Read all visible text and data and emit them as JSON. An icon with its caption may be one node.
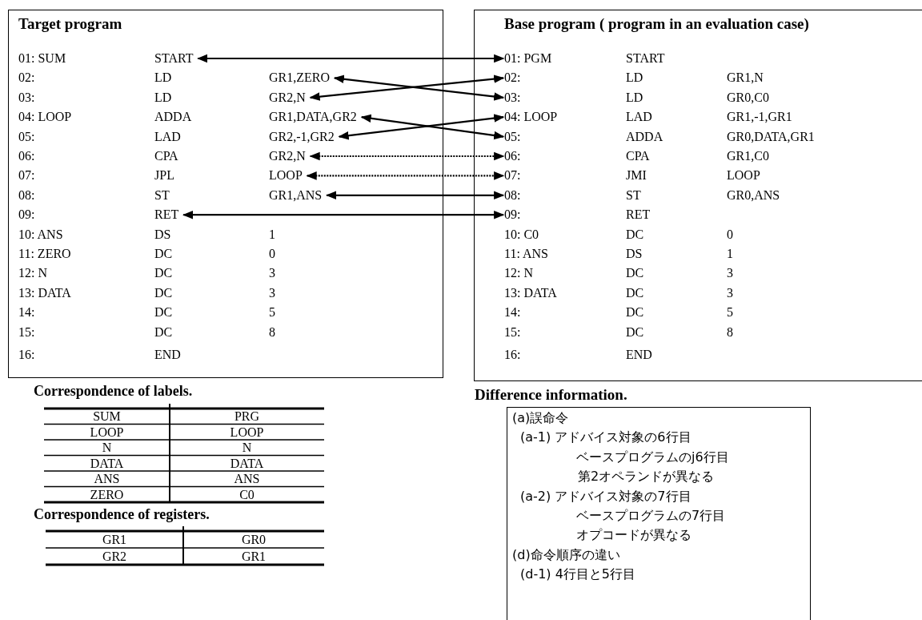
{
  "diagram": {
    "nodes": [
      {
        "text": [
          "Target program"
        ]
      },
      {
        "text": [
          "01: SUM",
          "START"
        ],
        "in": 0
      },
      {
        "text": [
          "02:",
          "LD",
          "GR1,ZERO"
        ],
        "in": 0
      },
      {
        "text": [
          "03:",
          "LD",
          "GR2,N"
        ],
        "in": 0
      },
      {
        "text": [
          "04: LOOP",
          "ADDA",
          "GR1,DATA,GR2"
        ],
        "in": 0
      },
      {
        "text": [
          "05:",
          "LAD",
          "GR2,-1,GR2"
        ],
        "in": 0
      },
      {
        "text": [
          "06:",
          "CPA",
          "GR2,N"
        ],
        "in": 0
      },
      {
        "text": [
          "07:",
          "JPL",
          "LOOP"
        ],
        "in": 0
      },
      {
        "text": [
          "08:",
          "ST",
          "GR1,ANS"
        ],
        "in": 0
      },
      {
        "text": [
          "09:",
          "RET"
        ],
        "in": 0
      },
      {
        "text": [
          "10: ANS",
          "DS",
          "1"
        ],
        "in": 0
      },
      {
        "text": [
          "11: ZERO",
          "DC",
          "0"
        ],
        "in": 0
      },
      {
        "text": [
          "12: N",
          "DC",
          "3"
        ],
        "in": 0
      },
      {
        "text": [
          "13: DATA",
          "DC",
          "3"
        ],
        "in": 0
      },
      {
        "text": [
          "14:",
          "DC",
          "5"
        ],
        "in": 0
      },
      {
        "text": [
          "15:",
          "DC",
          "8"
        ],
        "in": 0
      },
      {
        "text": [
          "16:",
          "END"
        ],
        "in": 0
      },
      {
        "text": [
          "Base program ( program in an evaluation case)"
        ]
      },
      {
        "text": [
          "01: PGM",
          "START"
        ],
        "in": 17
      },
      {
        "text": [
          "02:",
          "LD",
          "GR1,N"
        ],
        "in": 17
      },
      {
        "text": [
          "03:",
          "LD",
          "GR0,C0"
        ],
        "in": 17
      },
      {
        "text": [
          "04: LOOP",
          "LAD",
          "GR1,-1,GR1"
        ],
        "in": 17
      },
      {
        "text": [
          "05:",
          "ADDA",
          "GR0,DATA,GR1"
        ],
        "in": 17
      },
      {
        "text": [
          "06:",
          "CPA",
          "GR1,C0"
        ],
        "in": 17
      },
      {
        "text": [
          "07:",
          "JMI",
          "LOOP"
        ],
        "in": 17
      },
      {
        "text": [
          "08:",
          "ST",
          "GR0,ANS"
        ],
        "in": 17
      },
      {
        "text": [
          "09:",
          "RET"
        ],
        "in": 17
      },
      {
        "text": [
          "10: C0",
          "DC",
          "0"
        ],
        "in": 17
      },
      {
        "text": [
          "11: ANS",
          "DS",
          "1"
        ],
        "in": 17
      },
      {
        "text": [
          "12: N",
          "DC",
          "3"
        ],
        "in": 17
      },
      {
        "text": [
          "13: DATA",
          "DC",
          "3"
        ],
        "in": 17
      },
      {
        "text": [
          "14:",
          "DC",
          "5"
        ],
        "in": 17
      },
      {
        "text": [
          "15:",
          "DC",
          "8"
        ],
        "in": 17
      },
      {
        "text": [
          "16:",
          "END"
        ],
        "in": 17
      },
      {
        "text": [
          "Difference information.",
          "(a)誤命令",
          "(a-1) アドバイス対象の6行目",
          "ベースプログラムのj6行目",
          "第2オペランドが異なる",
          "(a-2) アドバイス対象の7行目",
          "ベースプログラムの7行目",
          "オプコードが異なる",
          "(d)命令順序の違い",
          "(d-1) 4行目と5行目"
        ]
      }
    ],
    "edges": [
      {
        "from": 1,
        "to": 18,
        "arrow": "both"
      },
      {
        "from": 2,
        "to": 20,
        "arrow": "both"
      },
      {
        "from": 3,
        "to": 19,
        "arrow": "both"
      },
      {
        "from": 4,
        "to": 22,
        "arrow": "both"
      },
      {
        "from": 5,
        "to": 21,
        "arrow": "both"
      },
      {
        "from": 6,
        "to": 23,
        "arrow": "both",
        "style": "dashed"
      },
      {
        "from": 7,
        "to": 24,
        "arrow": "both",
        "style": "dashed"
      },
      {
        "from": 8,
        "to": 25,
        "arrow": "both"
      },
      {
        "from": 9,
        "to": 26,
        "arrow": "both"
      }
    ],
    "labels": [
      "Correspondence of labels.",
      "SUM",
      "PRG",
      "LOOP",
      "LOOP",
      "N",
      "N",
      "DATA",
      "DATA",
      "ANS",
      "ANS",
      "ZERO",
      "C0",
      "Correspondence of registers.",
      "GR1",
      "GR0",
      "GR2",
      "GR1"
    ]
  }
}
